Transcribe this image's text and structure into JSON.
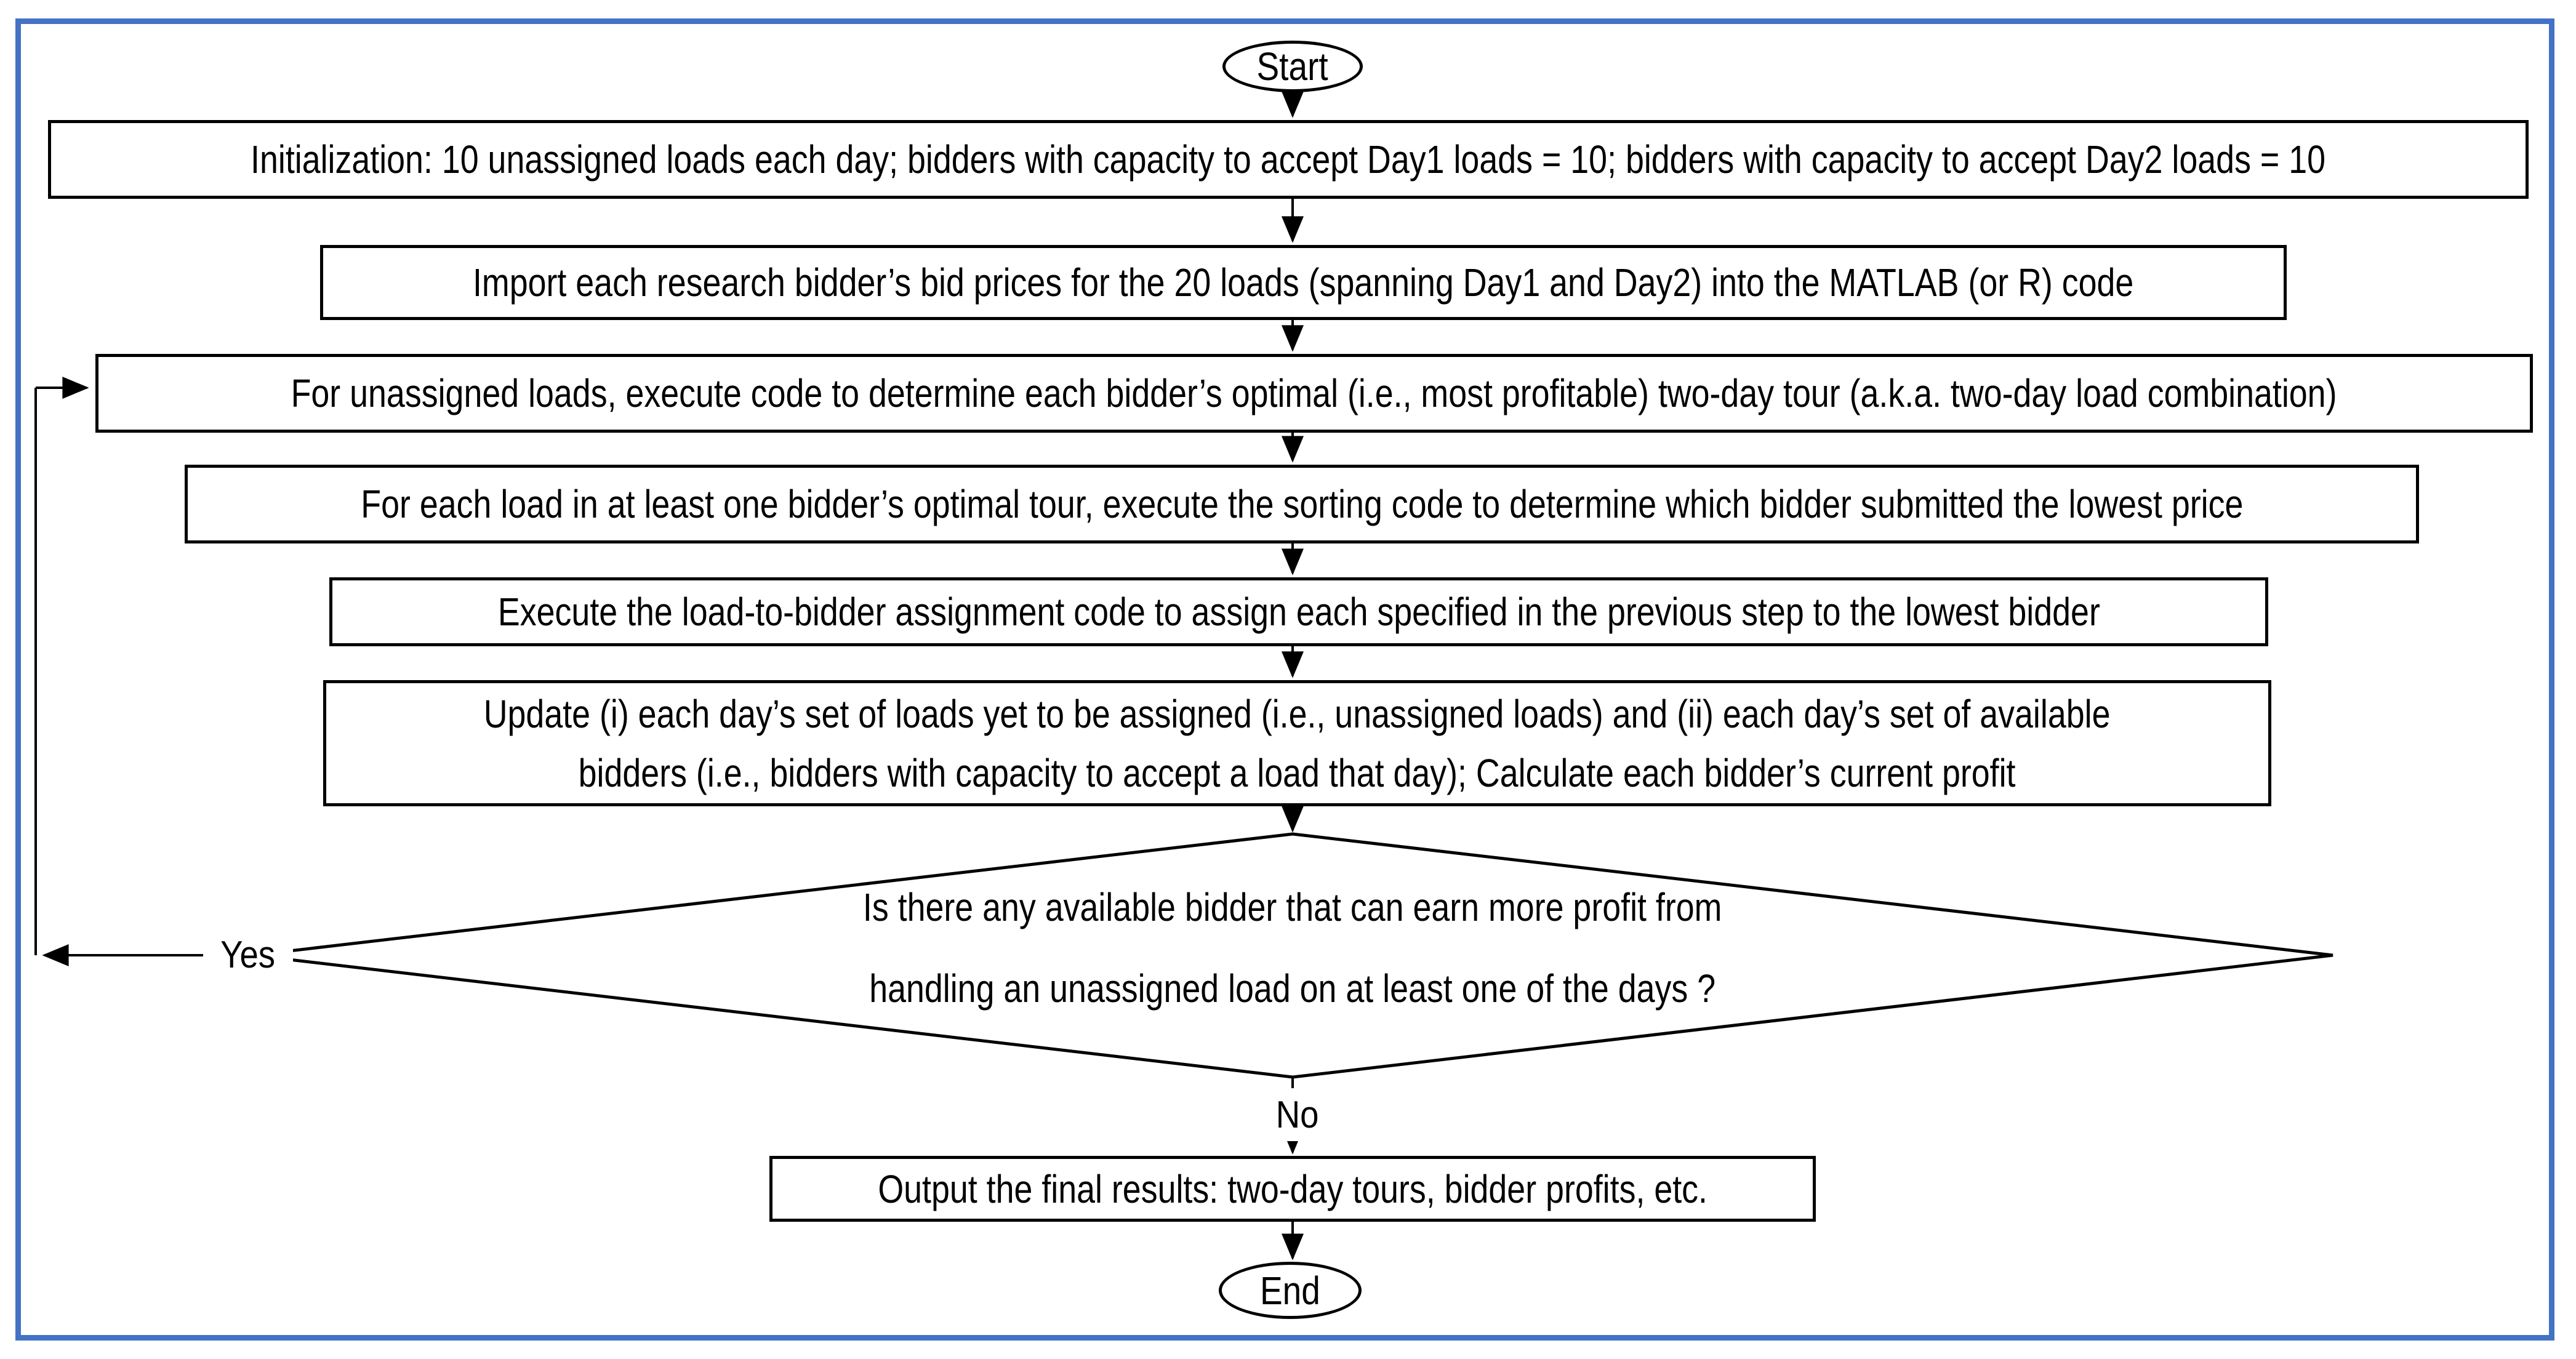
{
  "diagram": {
    "border_color": "#4472C4",
    "shape_stroke_color": "#000000",
    "nodes": {
      "start": {
        "label": "Start"
      },
      "initialization": {
        "text": "Initialization: 10 unassigned loads each day; bidders with capacity to accept Day1 loads = 10; bidders with capacity to accept Day2 loads = 10"
      },
      "import_bids": {
        "text": "Import each research bidder’s bid prices for the 20 loads (spanning Day1 and Day2) into the MATLAB (or R) code"
      },
      "optimal_tour": {
        "text": "For unassigned loads, execute code to determine each bidder’s optimal (i.e., most profitable) two-day tour (a.k.a. two-day load combination)"
      },
      "sorting": {
        "text": "For each load in at least one bidder’s optimal tour, execute the sorting code to determine which bidder submitted the lowest price"
      },
      "assignment": {
        "text": "Execute the load-to-bidder assignment code to assign each specified in the previous step to the lowest bidder"
      },
      "update": {
        "line1": "Update (i) each day’s set of loads yet to be assigned (i.e., unassigned loads) and (ii) each day’s set of available",
        "line2": "bidders (i.e., bidders with capacity to accept a load that day); Calculate each bidder’s current profit"
      },
      "decision": {
        "line1": "Is there any available bidder that can earn more profit from",
        "line2": "handling an unassigned load on at least one of the days ?"
      },
      "output": {
        "text": "Output the final results: two-day tours, bidder profits, etc."
      },
      "end": {
        "label": "End"
      }
    },
    "edges": {
      "yes_label": "Yes",
      "no_label": "No"
    }
  }
}
